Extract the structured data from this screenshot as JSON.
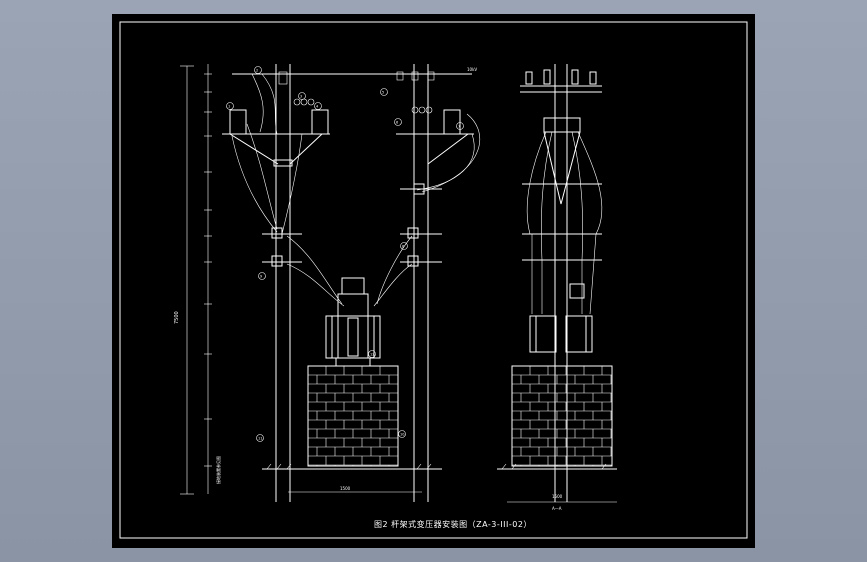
{
  "diagram": {
    "caption": "图2  杆架式变压器安装图（ZA-3-III-02）",
    "section_label": "A—A",
    "dim_bottom_left": "1500",
    "dim_bottom_right": "1500",
    "dim_total_height": "7500",
    "ground_note": "接地装置参见图",
    "label_power_line": "10kV",
    "callouts": [
      "1",
      "2",
      "3",
      "4",
      "5",
      "6",
      "7",
      "8",
      "9",
      "10",
      "11",
      "12"
    ]
  }
}
